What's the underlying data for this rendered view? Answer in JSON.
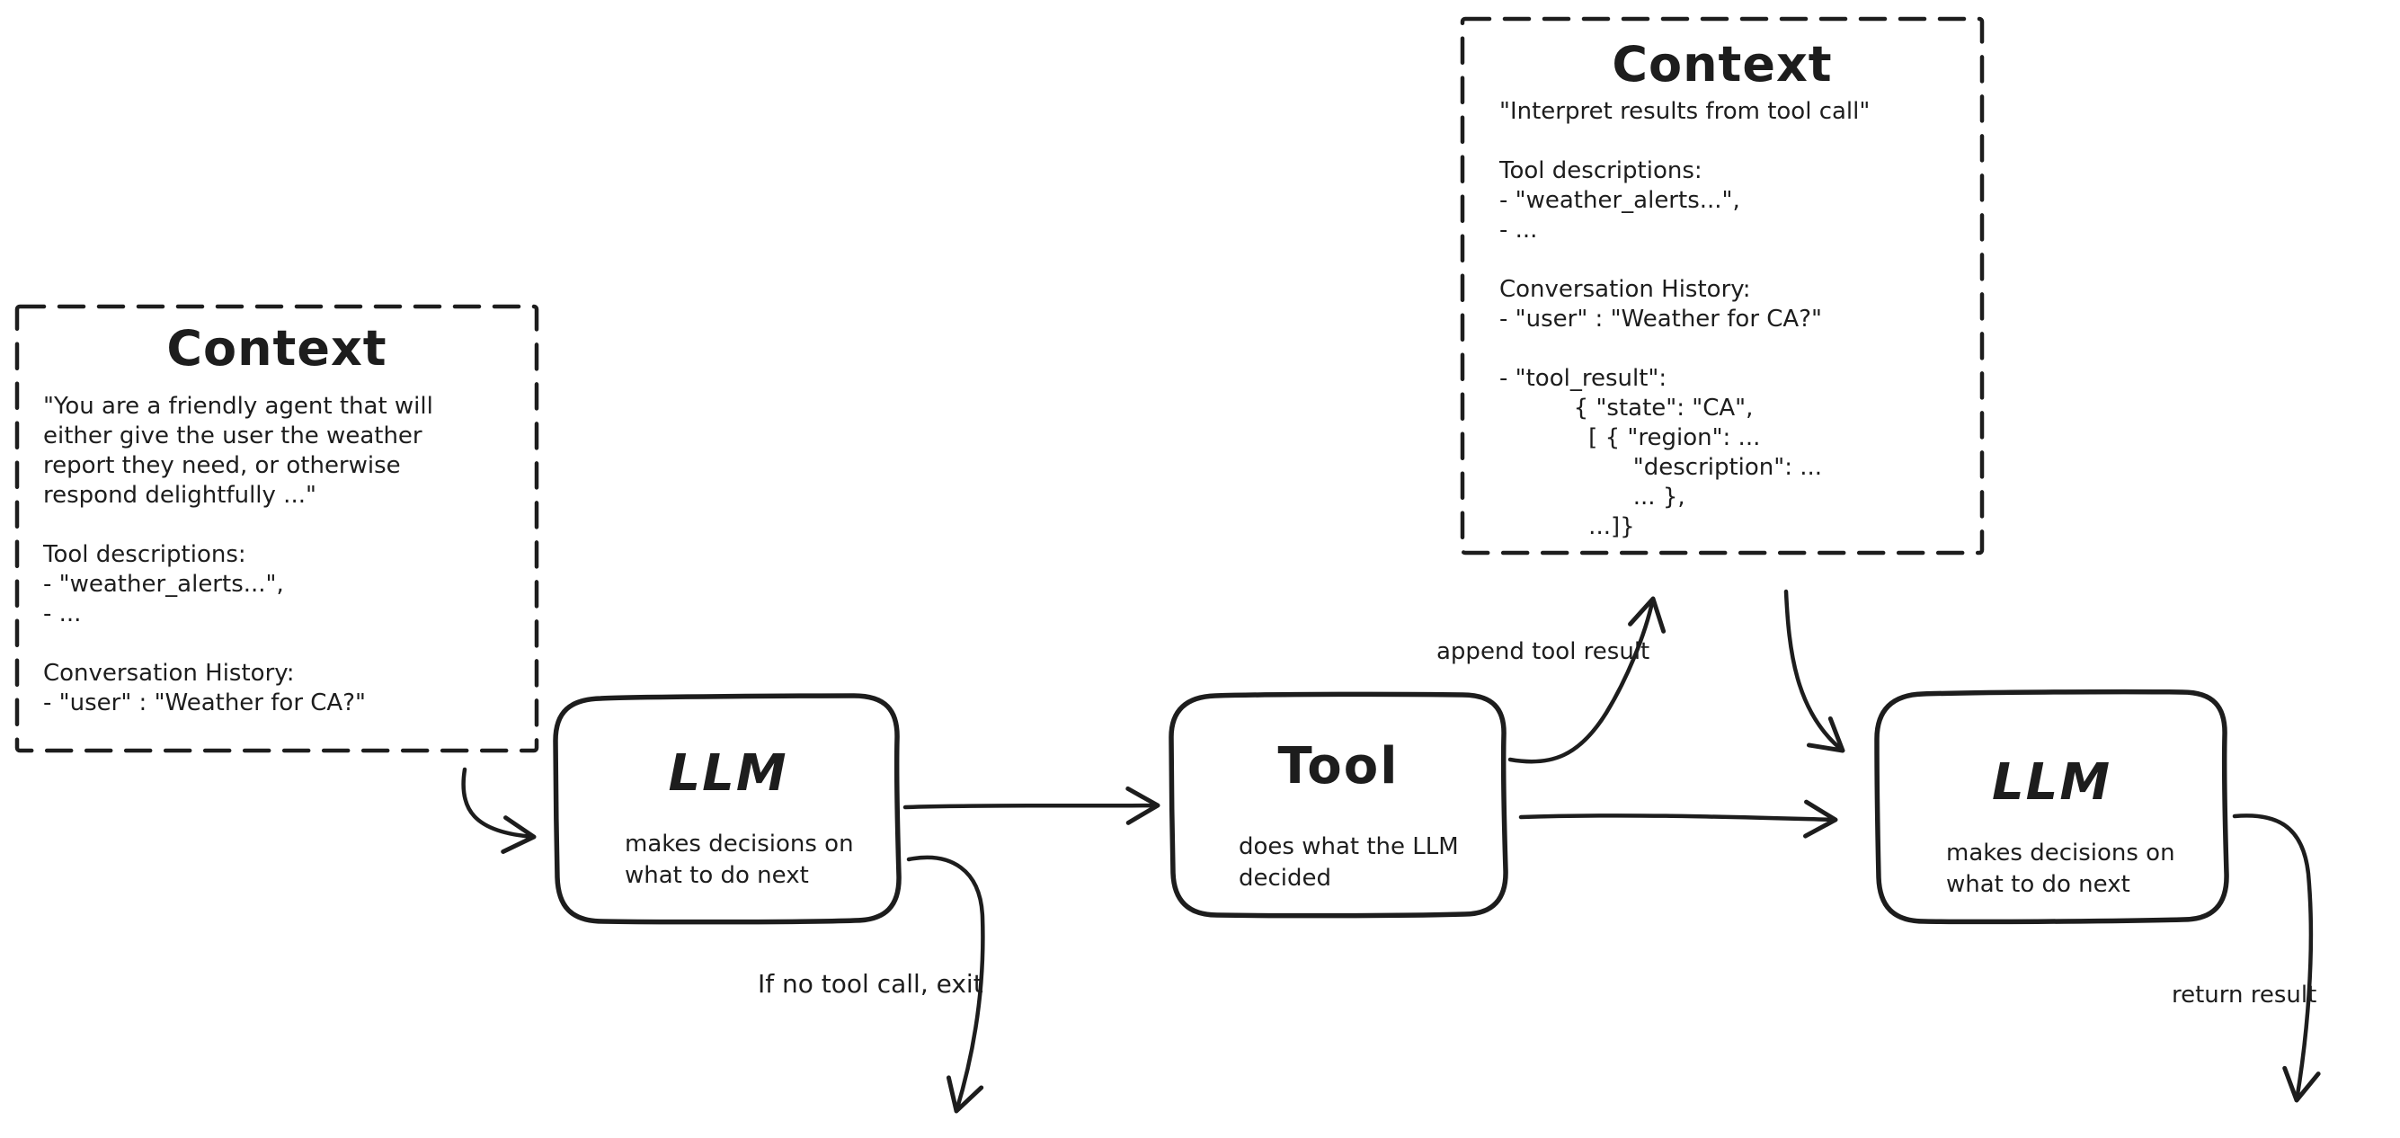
{
  "diagram": {
    "colors": {
      "stroke": "#1d1d1d",
      "background": "#ffffff"
    },
    "context_box_1": {
      "title": "Context",
      "body": "\"You are a friendly agent that will\neither give the user the weather\nreport they need, or otherwise\nrespond delightfully ...\"\n\nTool descriptions:\n- \"weather_alerts...\",\n- ...\n\nConversation History:\n- \"user\" : \"Weather for CA?\""
    },
    "context_box_2": {
      "title": "Context",
      "body": "\"Interpret results from tool call\"\n\nTool descriptions:\n- \"weather_alerts...\",\n- ...\n\nConversation History:\n- \"user\" : \"Weather for CA?\"\n\n- \"tool_result\":\n          { \"state\": \"CA\",\n            [ { \"region\": ...\n                  \"description\": ...\n                  ... },\n            ...]}"
    },
    "llm_node_1": {
      "title": "LLM",
      "subtitle": "makes decisions on\nwhat to do next"
    },
    "tool_node": {
      "title": "Tool",
      "subtitle": "does what the LLM\ndecided"
    },
    "llm_node_2": {
      "title": "LLM",
      "subtitle": "makes decisions on\nwhat to do next"
    },
    "labels": {
      "append_tool_result": "append tool result",
      "if_no_tool_call": "If no tool call, exit",
      "return_result": "return result"
    }
  }
}
